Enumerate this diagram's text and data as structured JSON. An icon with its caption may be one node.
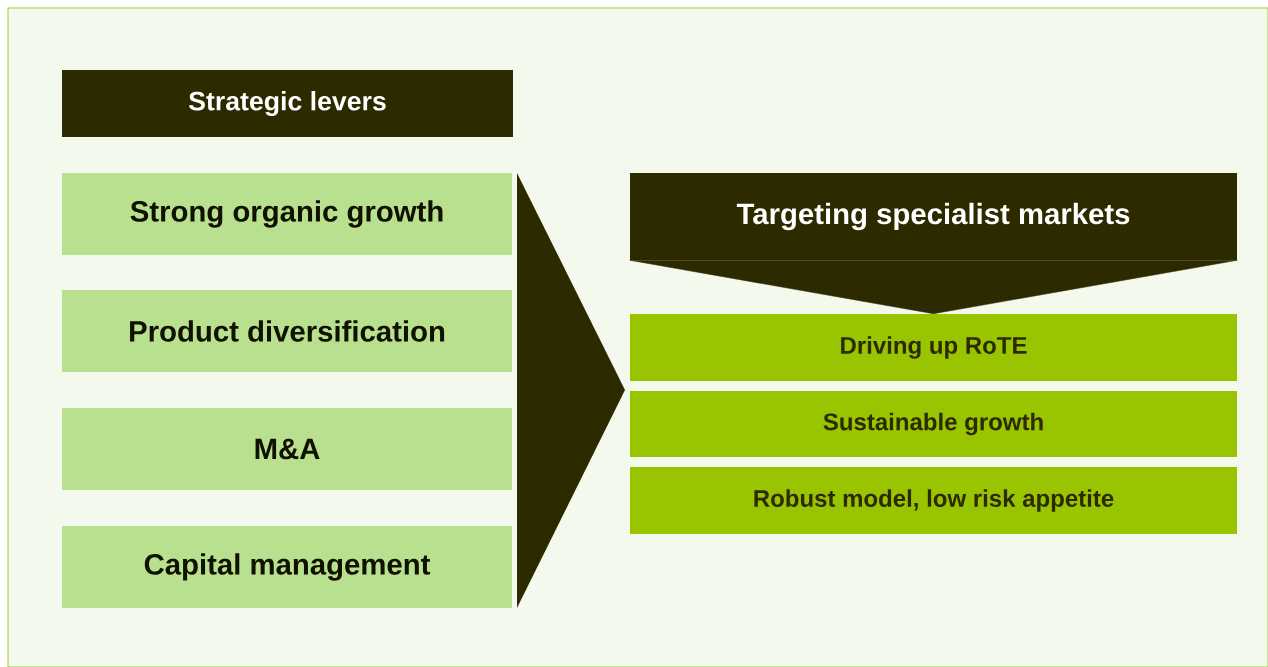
{
  "diagram": {
    "nodes": [
      {
        "text": [
          "Strategic levers"
        ]
      },
      {
        "text": [
          "Strong organic growth"
        ]
      },
      {
        "text": [
          "Product diversification"
        ]
      },
      {
        "text": [
          "M&A"
        ]
      },
      {
        "text": [
          "Capital management"
        ]
      },
      {
        "text": [
          "Targeting specialist markets"
        ]
      },
      {
        "text": [
          "Driving up RoTE"
        ]
      },
      {
        "text": [
          "Sustainable growth"
        ]
      },
      {
        "text": [
          "Robust model, low risk appetite"
        ]
      }
    ],
    "edges": [
      {
        "from": 5,
        "to": 6,
        "arrow": "to"
      }
    ]
  }
}
